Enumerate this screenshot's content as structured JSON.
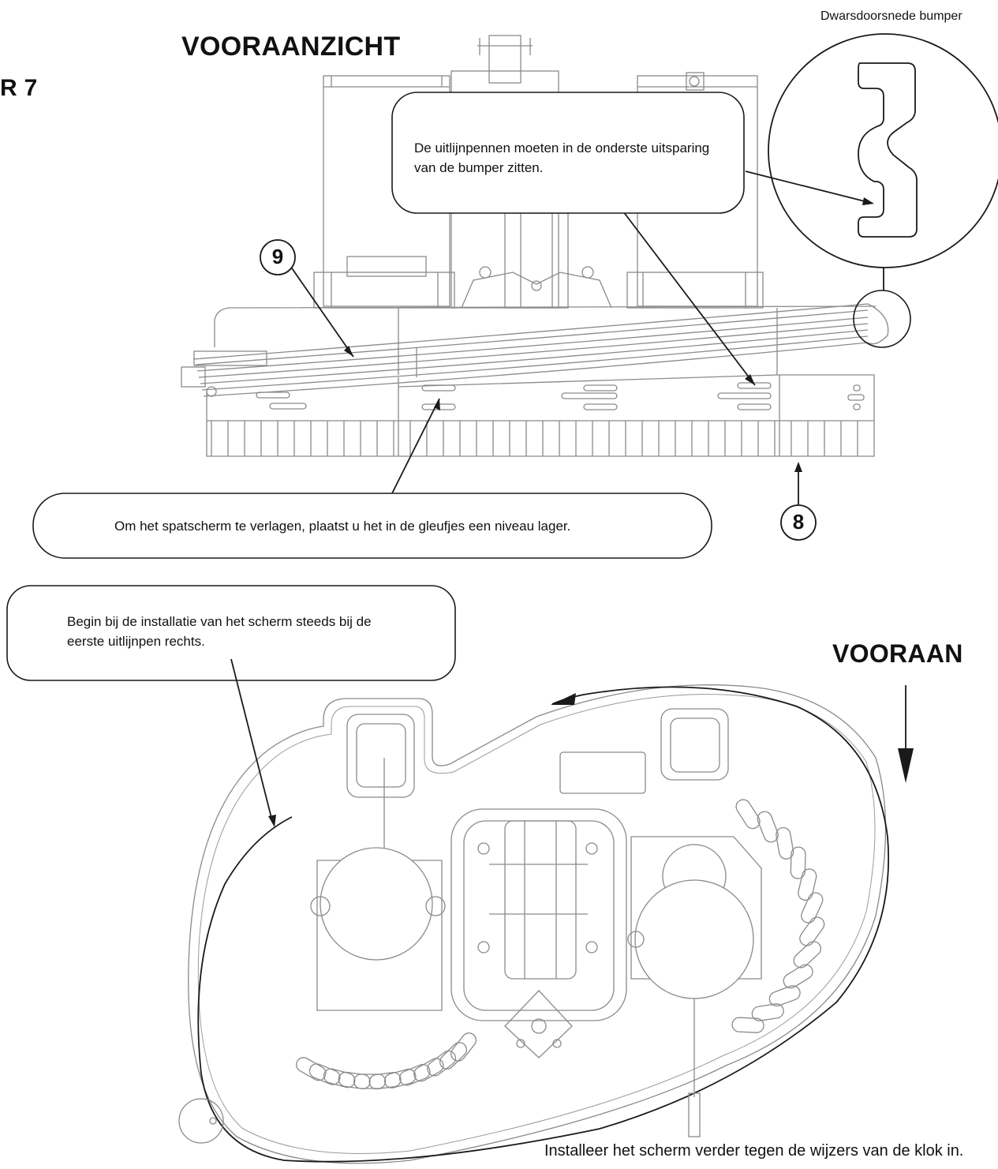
{
  "labels": {
    "front_view_title": "VOORAANZICHT",
    "step_fragment": "R 7",
    "cross_section_label": "Dwarsdoorsnede bumper",
    "front_direction_label": "VOORAAN",
    "callout_alignment_pins": "De uitlijnpennen moeten in de onderste uitsparing van de bumper zitten.",
    "callout_lower_shield": "Om het spatscherm te verlagen, plaatst u het in de gleufjes een niveau lager.",
    "callout_start_install": "Begin bij de installatie van het scherm steeds bij de eerste uitlijnpen rechts.",
    "instruction_counterclockwise": "Installeer het scherm verder tegen de wijzers van de klok in."
  },
  "part_numbers": {
    "bumper": "9",
    "splash_shield": "8"
  },
  "colors": {
    "line_art": "#8a8a8a",
    "ink": "#1a1a1a",
    "background": "#ffffff"
  }
}
